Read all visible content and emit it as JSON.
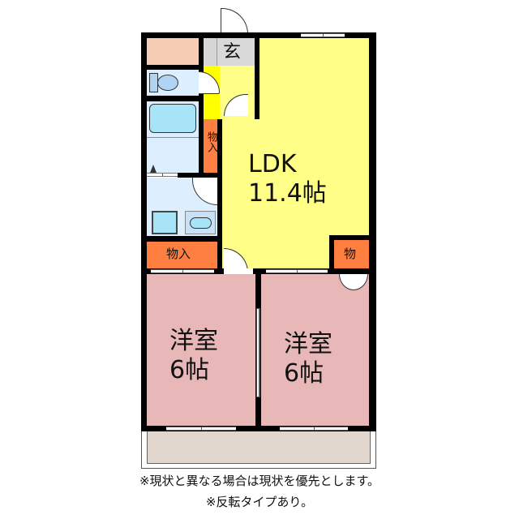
{
  "floorplan": {
    "rooms": {
      "ldk": {
        "name": "LDK",
        "size": "11.4帖",
        "color": "#FFFF88"
      },
      "western_room_1": {
        "name": "洋室",
        "size": "6帖",
        "color": "#E8B8B8"
      },
      "western_room_2": {
        "name": "洋室",
        "size": "6帖",
        "color": "#E8B8B8"
      },
      "entrance": {
        "label": "玄",
        "color": "#D9D9D9"
      },
      "closet_side": {
        "label": "物入",
        "color": "#FF7F40"
      },
      "closet_left": {
        "label": "物入",
        "color": "#FF7F40"
      },
      "closet_right": {
        "label": "物",
        "color": "#FF7F40"
      },
      "storage_top_left": {
        "color": "#F5CDB4"
      },
      "toilet": {
        "color": "#DDEEFF"
      },
      "bath": {
        "color": "#DDEEFF"
      },
      "washroom": {
        "color": "#DDEEFF"
      },
      "kitchen": {
        "color": "#C8E0F8"
      },
      "hallway": {
        "color": "#FFFF00"
      },
      "balcony": {
        "color": "#E0D6CE"
      }
    }
  },
  "notes": {
    "line1": "※現状と異なる場合は現状を優先とします。",
    "line2": "※反転タイプあり。"
  }
}
